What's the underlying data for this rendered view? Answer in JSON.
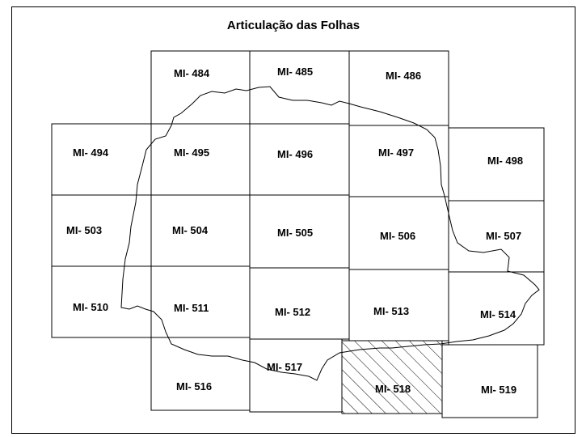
{
  "title": "Articulação das Folhas",
  "colors": {
    "line": "#000000",
    "background": "#ffffff"
  },
  "sheets": [
    {
      "id": "484",
      "label": "MI- 484",
      "highlighted": false
    },
    {
      "id": "485",
      "label": "MI- 485",
      "highlighted": false
    },
    {
      "id": "486",
      "label": "MI- 486",
      "highlighted": false
    },
    {
      "id": "494",
      "label": "MI- 494",
      "highlighted": false
    },
    {
      "id": "495",
      "label": "MI- 495",
      "highlighted": false
    },
    {
      "id": "496",
      "label": "MI- 496",
      "highlighted": false
    },
    {
      "id": "497",
      "label": "MI- 497",
      "highlighted": false
    },
    {
      "id": "498",
      "label": "MI- 498",
      "highlighted": false
    },
    {
      "id": "503",
      "label": "MI- 503",
      "highlighted": false
    },
    {
      "id": "504",
      "label": "MI- 504",
      "highlighted": false
    },
    {
      "id": "505",
      "label": "MI- 505",
      "highlighted": false
    },
    {
      "id": "506",
      "label": "MI- 506",
      "highlighted": false
    },
    {
      "id": "507",
      "label": "MI- 507",
      "highlighted": false
    },
    {
      "id": "510",
      "label": "MI- 510",
      "highlighted": false
    },
    {
      "id": "511",
      "label": "MI- 511",
      "highlighted": false
    },
    {
      "id": "512",
      "label": "MI- 512",
      "highlighted": false
    },
    {
      "id": "513",
      "label": "MI- 513",
      "highlighted": false
    },
    {
      "id": "514",
      "label": "MI- 514",
      "highlighted": false
    },
    {
      "id": "516",
      "label": "MI- 516",
      "highlighted": false
    },
    {
      "id": "517",
      "label": "MI- 517",
      "highlighted": false
    },
    {
      "id": "518",
      "label": "MI- 518",
      "highlighted": true
    },
    {
      "id": "519",
      "label": "MI- 519",
      "highlighted": false
    }
  ]
}
